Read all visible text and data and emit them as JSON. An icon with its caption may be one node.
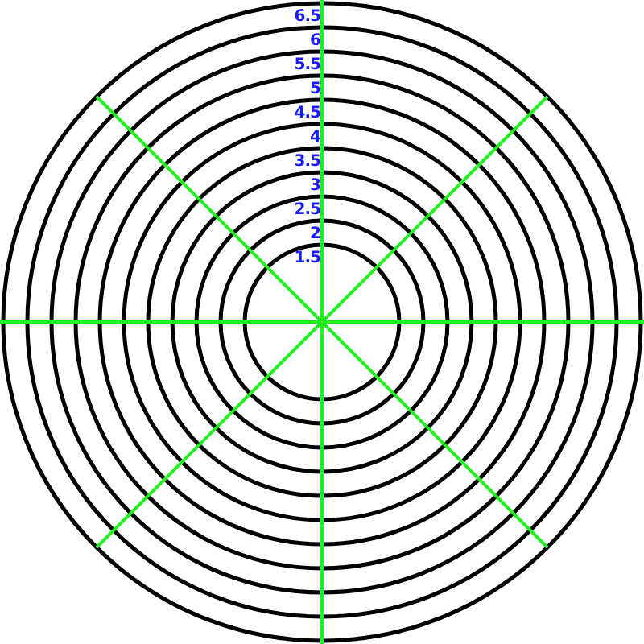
{
  "diagram": {
    "labels": [
      "6.5",
      "6",
      "5.5",
      "5",
      "4.5",
      "4",
      "3.5",
      "3",
      "2.5",
      "2",
      "1.5"
    ]
  }
}
